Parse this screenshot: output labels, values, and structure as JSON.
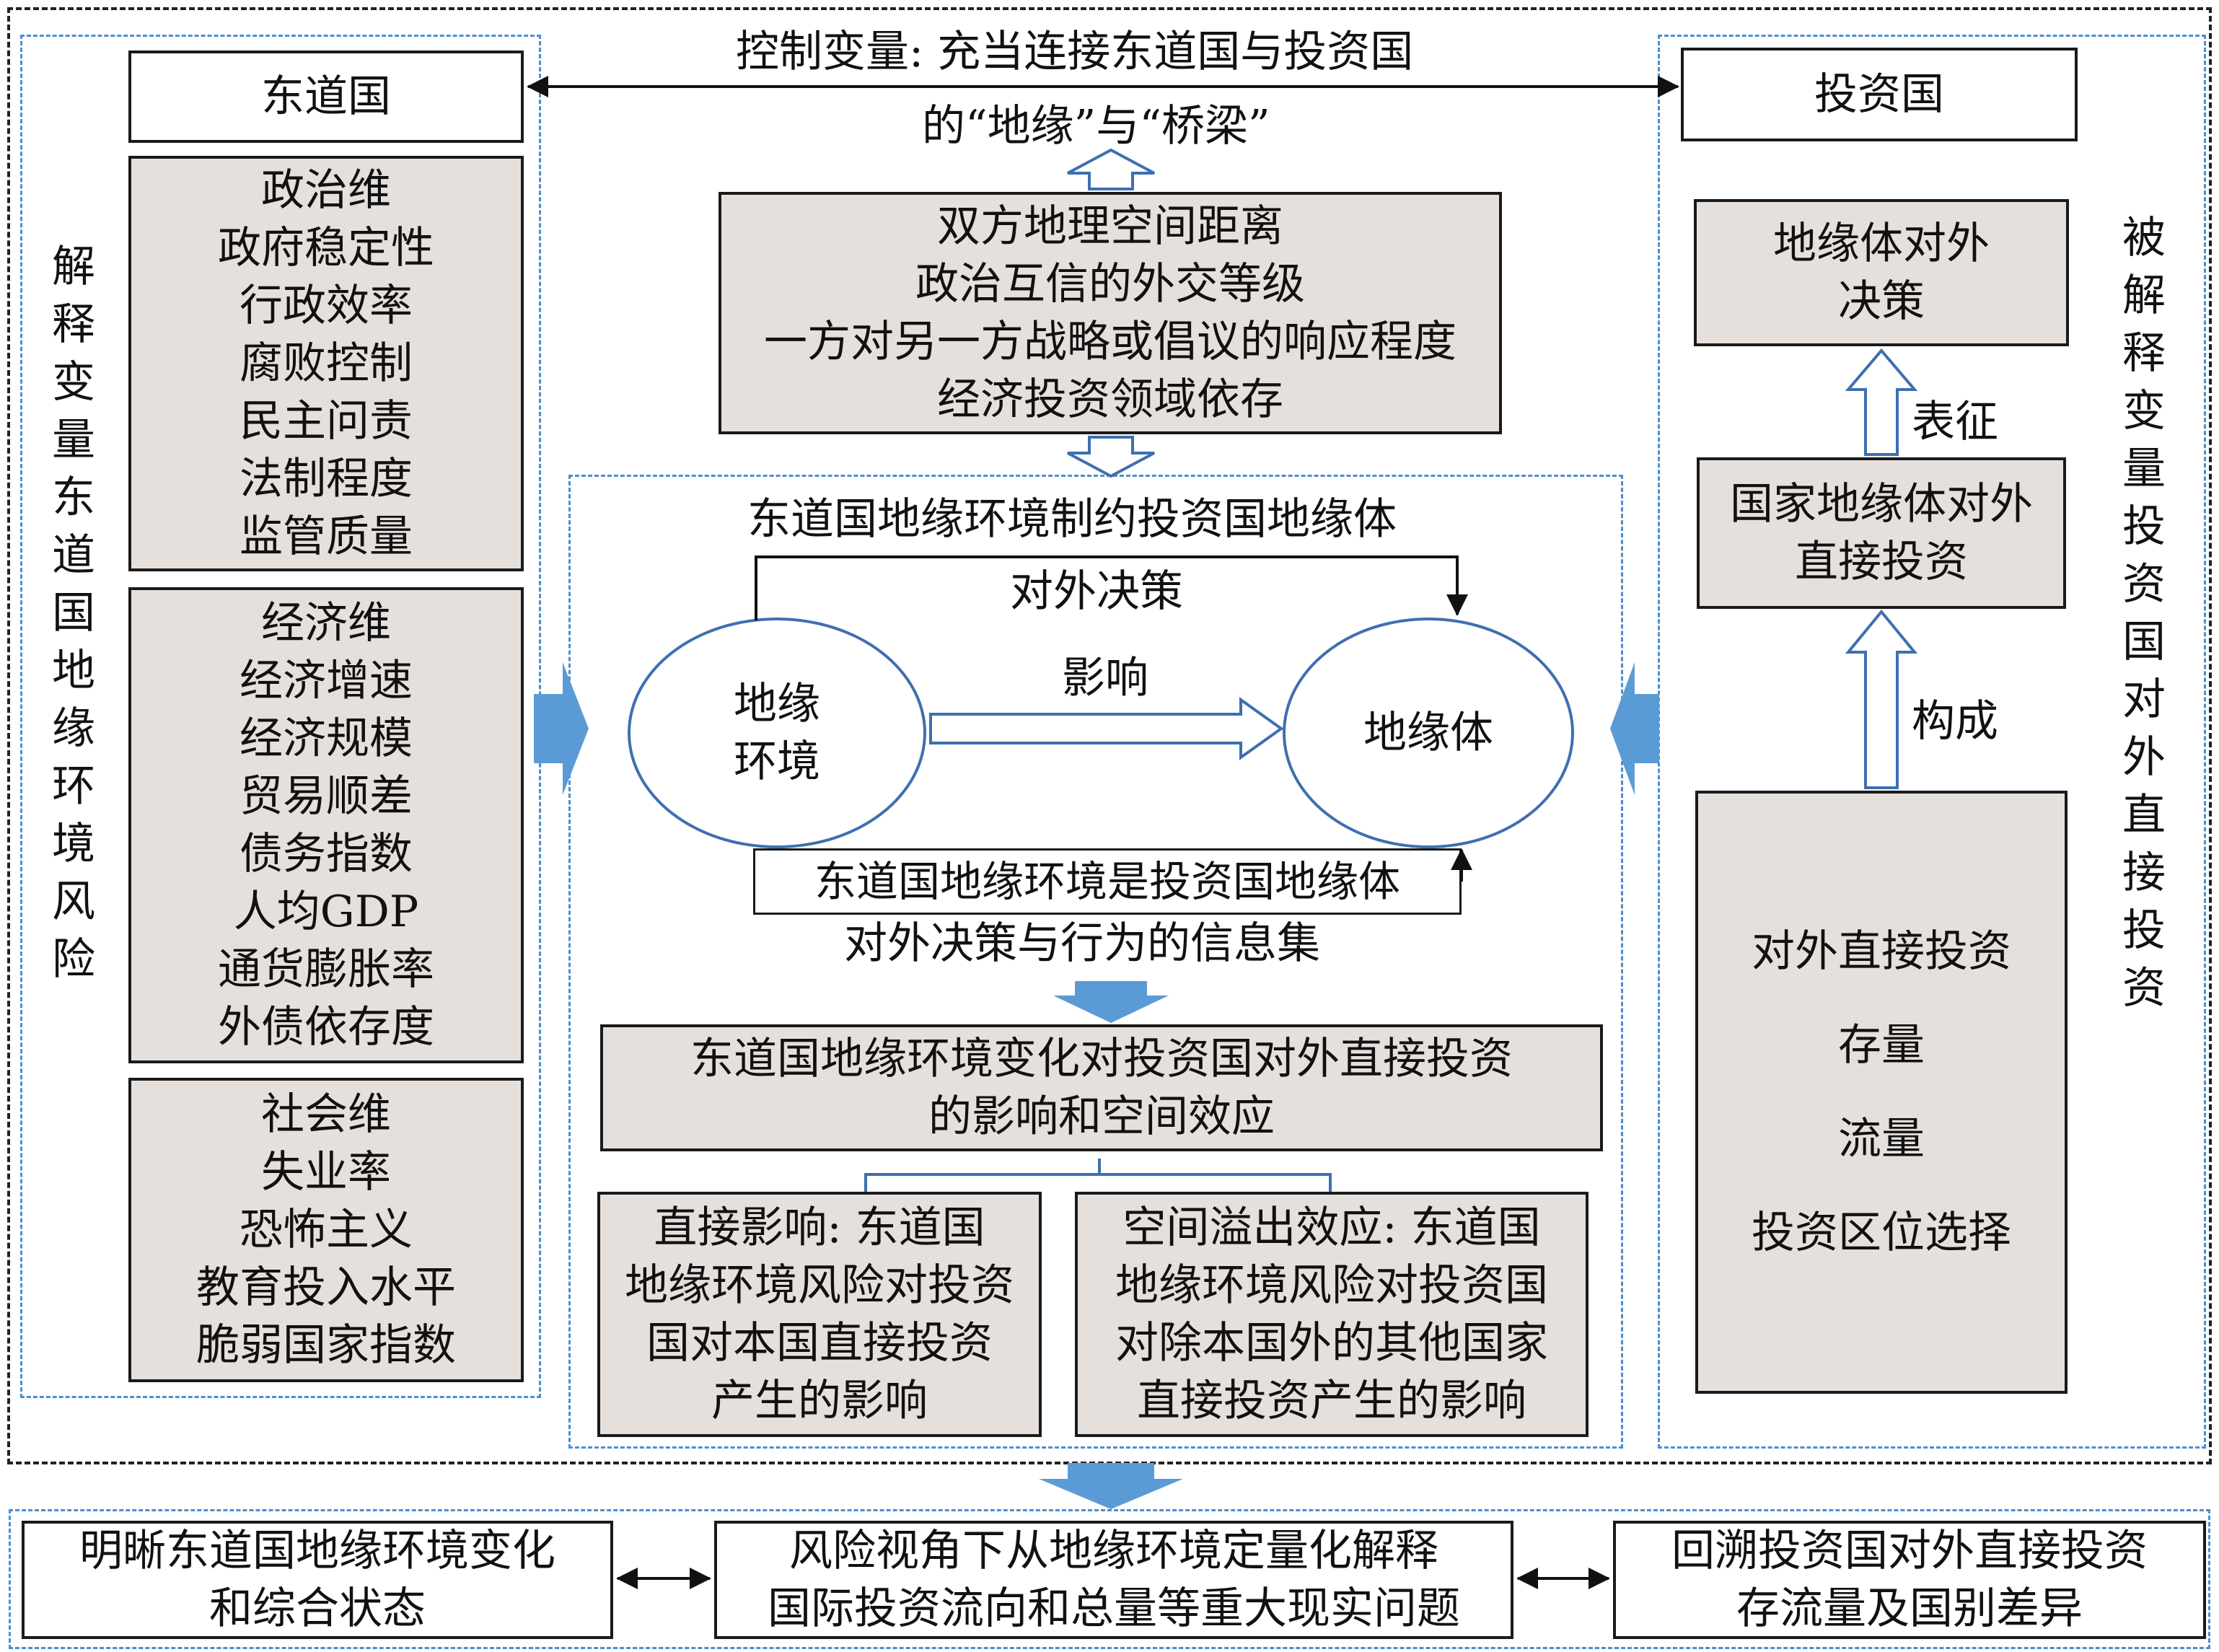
{
  "control": {
    "line1": "控制变量: 充当连接东道国与投资国",
    "line2": "的“地缘”与“桥梁”"
  },
  "left": {
    "vertical_label": "解释变量东道国地缘环境风险",
    "header": "东道国",
    "political": [
      "政治维",
      "政府稳定性",
      "行政效率",
      "腐败控制",
      "民主问责",
      "法制程度",
      "监管质量"
    ],
    "economic": [
      "经济维",
      "经济增速",
      "经济规模",
      "贸易顺差",
      "债务指数",
      "人均GDP",
      "通货膨胀率",
      "外债依存度"
    ],
    "social": [
      "社会维",
      "失业率",
      "恐怖主义",
      "教育投入水平",
      "脆弱国家指数"
    ]
  },
  "right": {
    "vertical_label": "被解释变量投资国对外直接投资",
    "header": "投资国",
    "decision": [
      "地缘体对外",
      "决策"
    ],
    "label_represent": "表征",
    "fdi": [
      "国家地缘体对外",
      "直接投资"
    ],
    "label_compose": "构成",
    "components": [
      "对外直接投资",
      "存量",
      "流量",
      "投资区位选择"
    ]
  },
  "center": {
    "factors": [
      "双方地理空间距离",
      "政治互信的外交等级",
      "一方对另一方战略或倡议的响应程度",
      "经济投资领域依存"
    ],
    "constraint_title": "东道国地缘环境制约投资国地缘体",
    "decision_label": "对外决策",
    "influence_label": "影响",
    "env_ellipse": [
      "地缘",
      "环境"
    ],
    "body_ellipse": "地缘体",
    "info_set": [
      "东道国地缘环境是投资国地缘体",
      "对外决策与行为的信息集"
    ],
    "effect_box": [
      "东道国地缘环境变化对投资国对外直接投资",
      "的影响和空间效应"
    ],
    "direct": [
      "直接影响: 东道国",
      "地缘环境风险对投资",
      "国对本国直接投资",
      "产生的影响"
    ],
    "spillover": [
      "空间溢出效应: 东道国",
      "地缘环境风险对投资国",
      "对除本国外的其他国家",
      "直接投资产生的影响"
    ]
  },
  "bottom": {
    "left": [
      "明晰东道国地缘环境变化",
      "和综合状态"
    ],
    "middle": [
      "风险视角下从地缘环境定量化解释",
      "国际投资流向和总量等重大现实问题"
    ],
    "right": [
      "回溯投资国对外直接投资",
      "存流量及国别差异"
    ]
  },
  "colors": {
    "gray_fill": "#e6e0dd",
    "blue_arrow": "#5b9bd5",
    "outline_arrow": "#3e6fb0",
    "dashed_blue": "#4a8fcf"
  }
}
